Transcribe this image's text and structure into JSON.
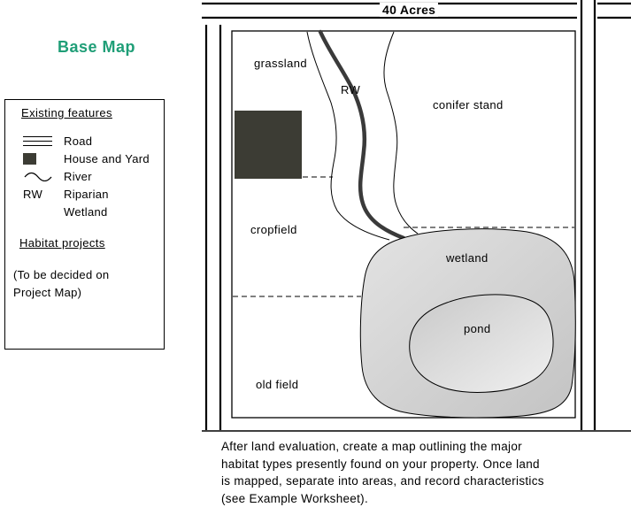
{
  "title": "Base Map",
  "top_label": "40 Acres",
  "colors": {
    "title_accent": "#1f9e77",
    "house_fill": "#3c3c34",
    "river_stroke": "#3a3a3a",
    "wetland_fill": "#d6d6d6",
    "pond_fill": "#e4e4e4"
  },
  "legend": {
    "heading": "Existing features",
    "items": [
      {
        "symbol": "road-lines",
        "label": "Road"
      },
      {
        "symbol": "dark-square",
        "label": "House and Yard"
      },
      {
        "symbol": "wavy-line",
        "label": "River"
      },
      {
        "symbol": "text",
        "symbol_text": "RW",
        "label": "Riparian"
      },
      {
        "symbol": "none",
        "label": "Wetland"
      }
    ],
    "subheading": "Habitat projects",
    "note_line1": "(To be decided on",
    "note_line2": "Project Map)"
  },
  "map": {
    "labels": {
      "grassland": "grassland",
      "rw": "RW",
      "conifer_stand": "conifer stand",
      "cropfield": "cropfield",
      "wetland": "wetland",
      "pond": "pond",
      "old_field": "old field"
    }
  },
  "footer": {
    "lines": [
      "After land evaluation, create a map outlining the major",
      "habitat types presently found on your property.  Once land",
      "is mapped, separate into areas, and record characteristics",
      "(see Example Worksheet)."
    ]
  }
}
